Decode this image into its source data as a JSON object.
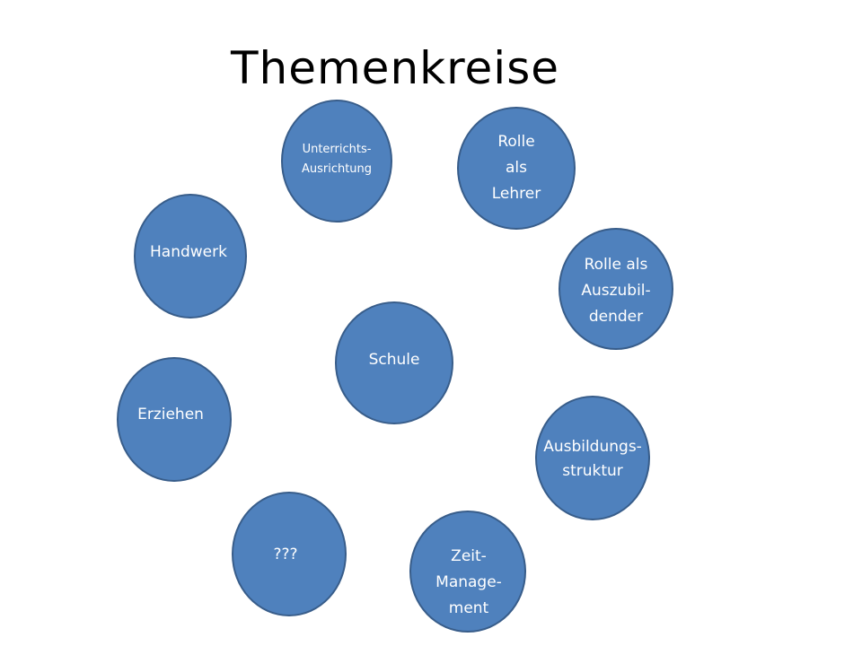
{
  "title": "Themenkreise",
  "colors": {
    "circle_fill": "#4f81bd",
    "circle_border": "#385d8a",
    "label_text": "#ffffff"
  },
  "nodes": [
    {
      "label": "Unterrichts-\nAusrichtung"
    },
    {
      "label": "Rolle\nals\nLehrer"
    },
    {
      "label": "Handwerk"
    },
    {
      "label": "Rolle als\nAuszubil-\ndender"
    },
    {
      "label": "Schule"
    },
    {
      "label": "Erziehen"
    },
    {
      "label": "Ausbildungs-\nstruktur"
    },
    {
      "label": "???"
    },
    {
      "label": "Zeit-\nManage-\nment"
    }
  ]
}
